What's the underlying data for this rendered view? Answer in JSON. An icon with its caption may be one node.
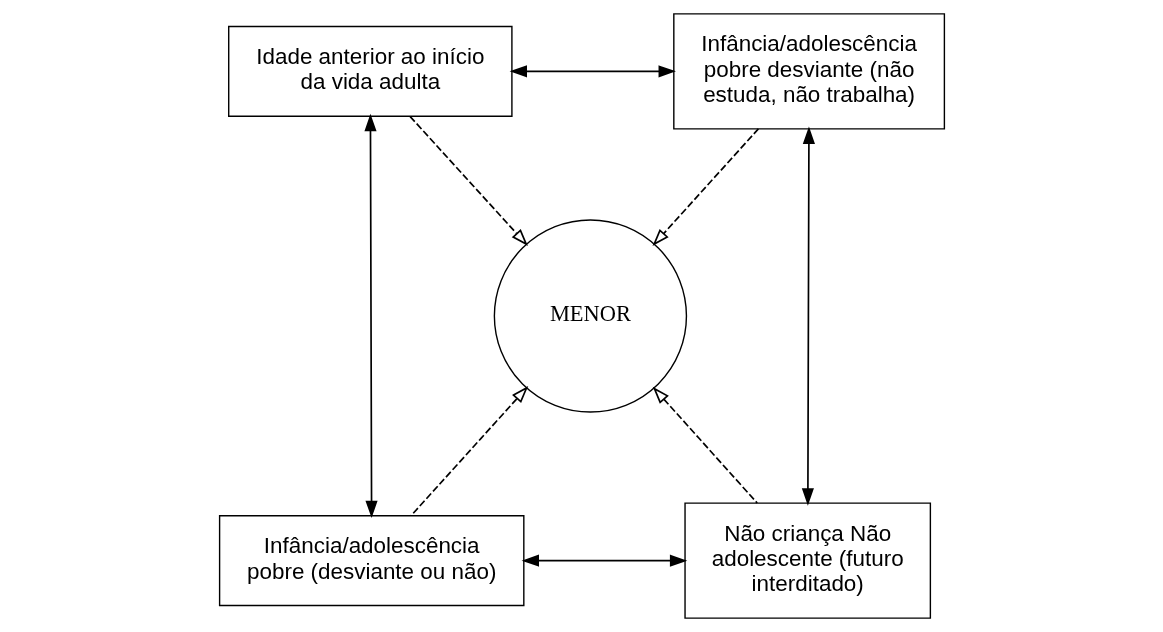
{
  "diagram": {
    "nodes": [
      {
        "text": [
          "Idade anterior ao início da vida adulta"
        ]
      },
      {
        "text": [
          "Infância/adolescência pobre desviante (não estuda, não trabalha)"
        ]
      },
      {
        "text": [
          "MENOR"
        ]
      },
      {
        "text": [
          "Infância/adolescência pobre (desviante ou não)"
        ]
      },
      {
        "text": [
          "Não criança Não adolescente (futuro interditado)"
        ]
      }
    ],
    "edges": [
      {
        "from": 0,
        "to": 1,
        "arrow": "both"
      },
      {
        "from": 0,
        "to": 2,
        "arrow": "to",
        "style": "dashed"
      },
      {
        "from": 1,
        "to": 2,
        "arrow": "to",
        "style": "dashed"
      },
      {
        "from": 0,
        "to": 3,
        "arrow": "both"
      },
      {
        "from": 1,
        "to": 4,
        "arrow": "both"
      },
      {
        "from": 3,
        "to": 2,
        "arrow": "to",
        "style": "dashed"
      },
      {
        "from": 4,
        "to": 2,
        "arrow": "to",
        "style": "dashed"
      },
      {
        "from": 3,
        "to": 4,
        "arrow": "both"
      }
    ]
  }
}
